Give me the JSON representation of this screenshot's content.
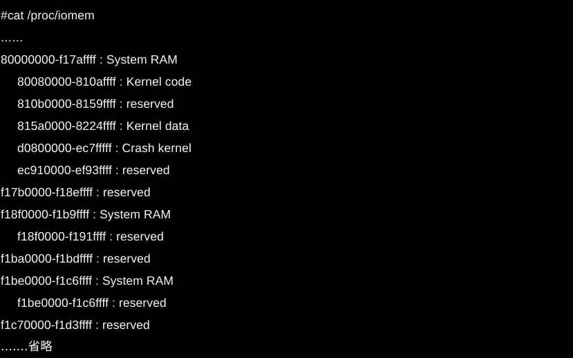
{
  "terminal": {
    "background_color": "#000000",
    "text_color": "#f2f2f2",
    "prompt_line": "#cat /proc/iomem",
    "lines": [
      {
        "indent": 0,
        "text": "#cat /proc/iomem"
      },
      {
        "indent": 0,
        "text": "......"
      },
      {
        "indent": 0,
        "text": "80000000-f17affff : System RAM"
      },
      {
        "indent": 1,
        "text": "80080000-810affff : Kernel code"
      },
      {
        "indent": 1,
        "text": "810b0000-8159ffff : reserved"
      },
      {
        "indent": 1,
        "text": "815a0000-8224ffff : Kernel data"
      },
      {
        "indent": 1,
        "text": "d0800000-ec7fffff : Crash kernel"
      },
      {
        "indent": 1,
        "text": "ec910000-ef93ffff : reserved"
      },
      {
        "indent": 0,
        "text": "f17b0000-f18effff : reserved"
      },
      {
        "indent": 0,
        "text": "f18f0000-f1b9ffff : System RAM"
      },
      {
        "indent": 1,
        "text": "f18f0000-f191ffff : reserved"
      },
      {
        "indent": 0,
        "text": "f1ba0000-f1bdffff : reserved"
      },
      {
        "indent": 0,
        "text": "f1be0000-f1c6ffff : System RAM"
      },
      {
        "indent": 1,
        "text": "f1be0000-f1c6ffff : reserved"
      },
      {
        "indent": 0,
        "text": "f1c70000-f1d3ffff : reserved"
      },
      {
        "indent": 0,
        "text": ".......省略"
      }
    ]
  }
}
